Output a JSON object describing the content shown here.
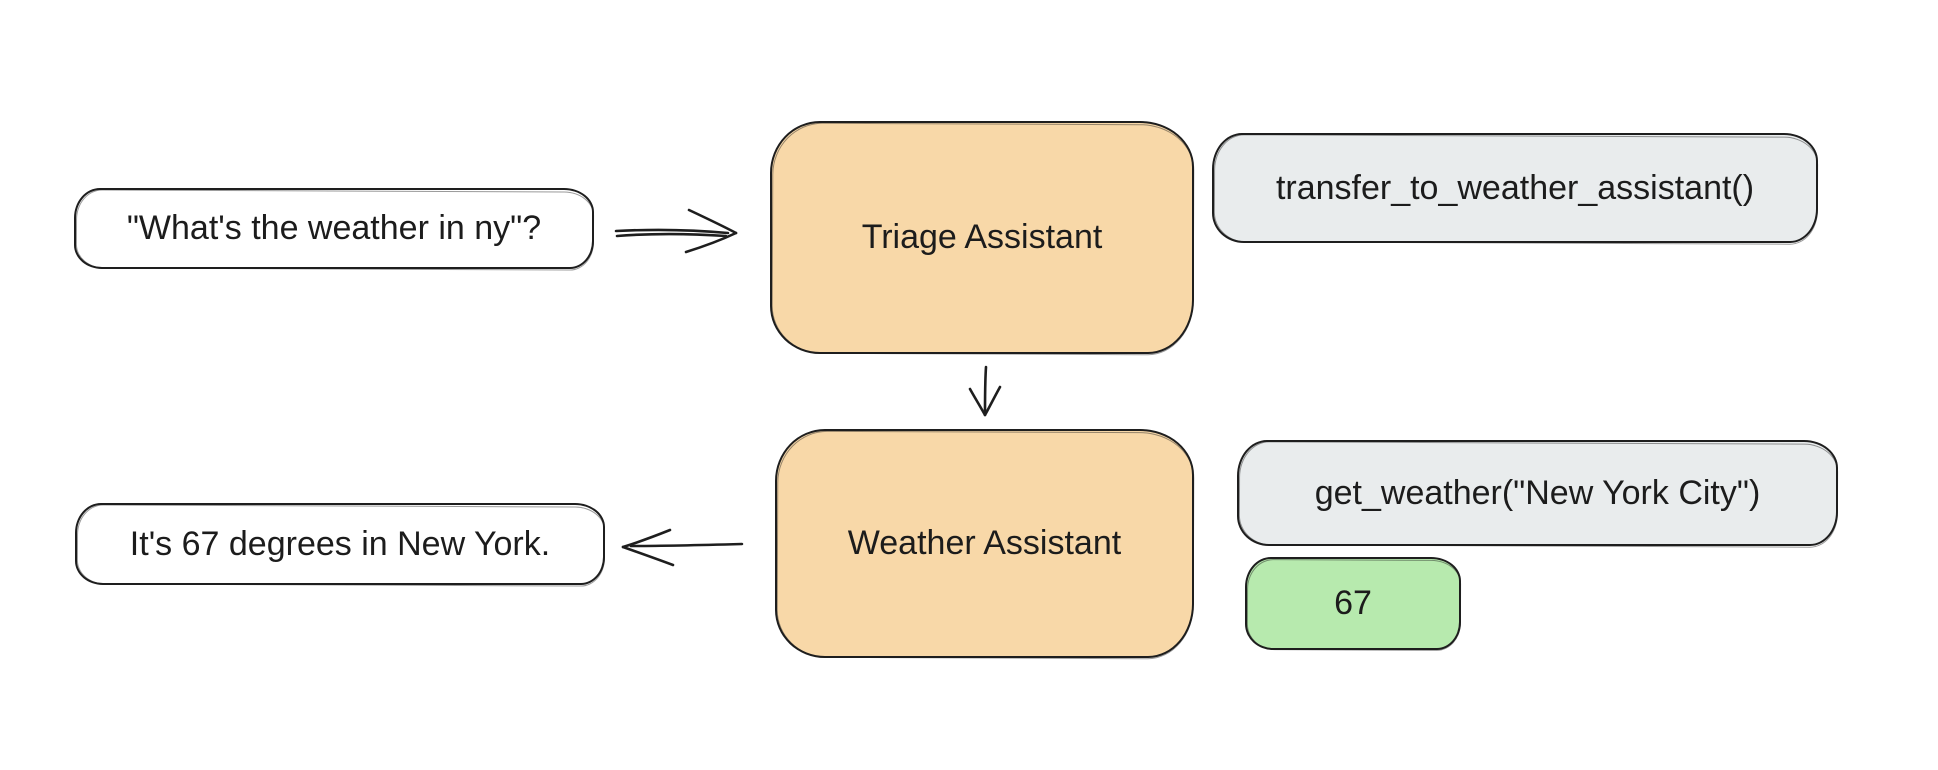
{
  "diagram": {
    "user_query_label": "\"What's the weather in ny\"?",
    "triage_agent_label": "Triage Assistant",
    "transfer_call_label": "transfer_to_weather_assistant()",
    "weather_agent_label": "Weather Assistant",
    "get_weather_call_label": "get_weather(\"New York City\")",
    "tool_result_label": "67",
    "final_response_label": "It's 67 degrees in New York.",
    "colors": {
      "agent_fill": "#f8d8a8",
      "call_fill": "#e9eced",
      "result_fill": "#b7eaae",
      "message_fill": "#ffffff",
      "stroke": "#1e1e1e"
    }
  }
}
